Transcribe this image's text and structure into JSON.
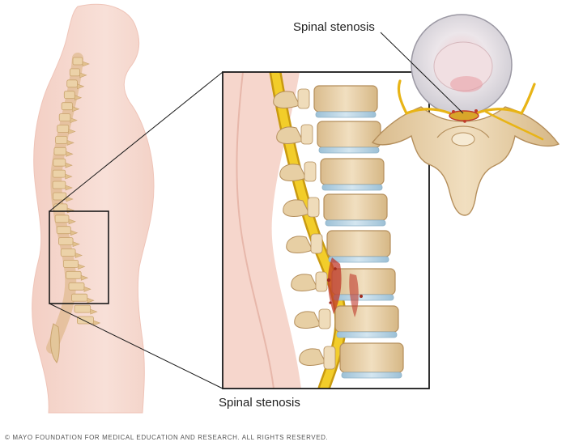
{
  "labels": {
    "top": "Spinal stenosis",
    "bottom": "Spinal stenosis"
  },
  "footer": {
    "copyright": "© MAYO FOUNDATION FOR MEDICAL EDUCATION AND RESEARCH. ALL RIGHTS RESERVED."
  },
  "colors": {
    "skin": "#f6d8cf",
    "skin_edge": "#e9b9ad",
    "bone": "#ead4b0",
    "bone_shadow": "#caa878",
    "disc": "#b8d4e4",
    "nerve": "#f0c419",
    "inflammation": "#c0392b",
    "outline": "#1a1a1a"
  }
}
